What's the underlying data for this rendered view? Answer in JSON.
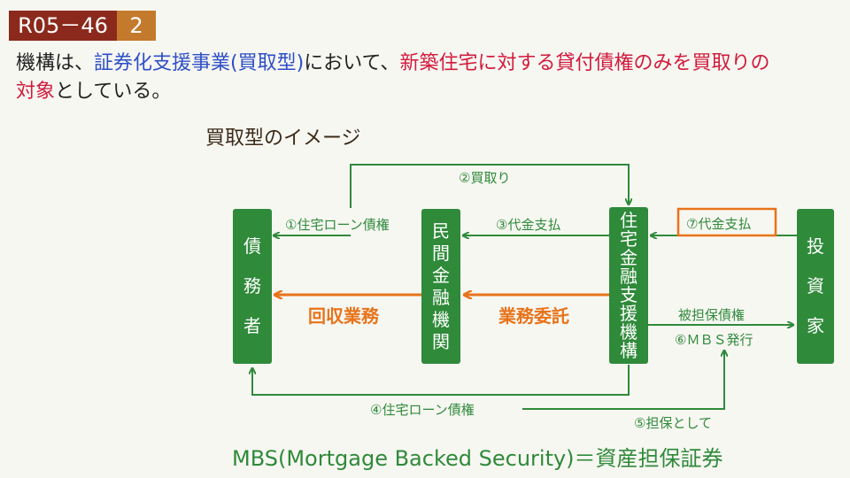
{
  "header": {
    "code": "R05－46",
    "answer": "2"
  },
  "statement": {
    "p1": "機構は、",
    "p2": "証券化支援事業(買取型)",
    "p3": "において、",
    "p4": "新築住宅に対する貸付債権のみを買取りの",
    "p5": "対象",
    "p6": "としている。"
  },
  "diagram": {
    "title": "買取型のイメージ",
    "debtor": [
      "債",
      "務",
      "者"
    ],
    "bank": [
      "民",
      "間",
      "金",
      "融",
      "機",
      "関"
    ],
    "agency": [
      "住",
      "宅",
      "金",
      "融",
      "支",
      "援",
      "機",
      "構"
    ],
    "investor": [
      "投",
      "資",
      "家"
    ],
    "labels": {
      "buy": "②買取り",
      "loan1": "①住宅ローン債権",
      "pay3": "③代金支払",
      "pay7": "⑦代金支払",
      "collect": "回収業務",
      "entrust": "業務委託",
      "secured": "被担保債権",
      "mbs": "⑥ＭＢＳ発行",
      "loan4": "④住宅ローン債権",
      "collateral": "⑤担保として"
    },
    "colors": {
      "green": "#2f8a3a",
      "orange": "#e8731a"
    }
  },
  "footer": "MBS(Mortgage Backed Security)＝資産担保証券"
}
